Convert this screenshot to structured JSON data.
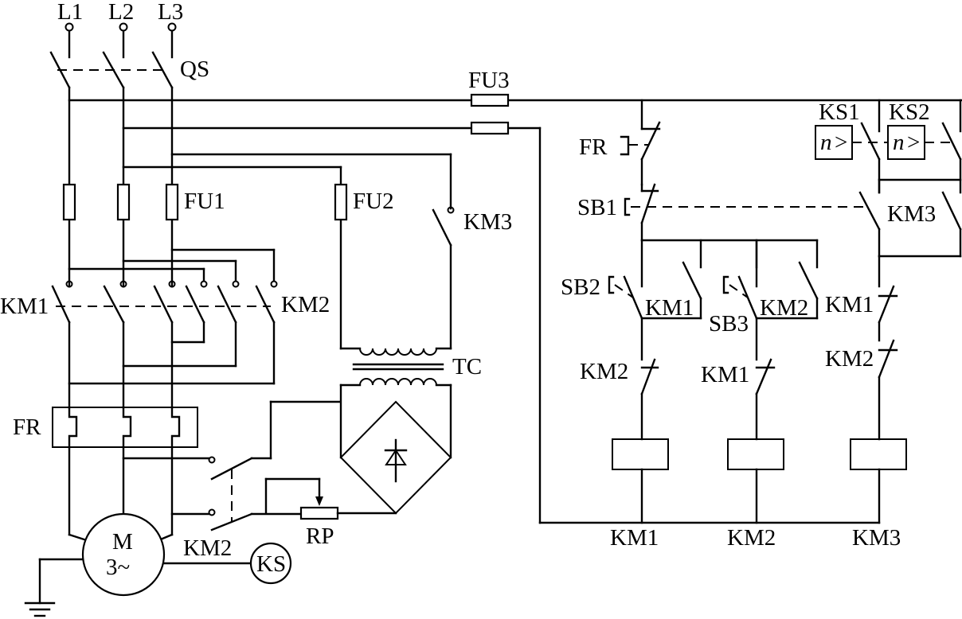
{
  "labels": {
    "L1": "L1",
    "L2": "L2",
    "L3": "L3",
    "QS": "QS",
    "FU1": "FU1",
    "FU2": "FU2",
    "FU3": "FU3",
    "KM1": "KM1",
    "KM2": "KM2",
    "KM3": "KM3",
    "FR": "FR",
    "TC": "TC",
    "RP": "RP",
    "M": "M",
    "M3": "3~",
    "KS": "KS",
    "KS1": "KS1",
    "KS2": "KS2",
    "n": "n",
    "SB1": "SB1",
    "SB2": "SB2",
    "SB3": "SB3"
  }
}
